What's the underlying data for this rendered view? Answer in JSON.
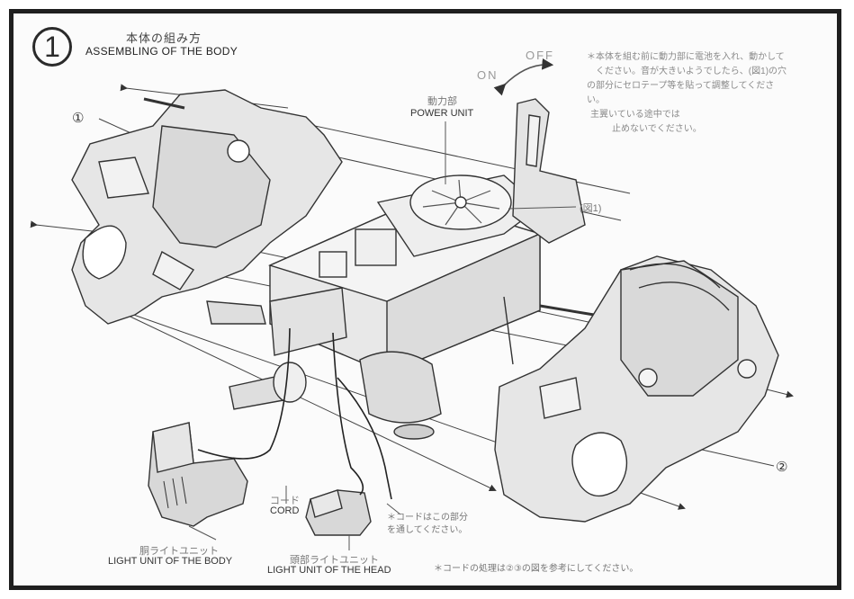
{
  "step": {
    "number": "1",
    "title_jp": "本体の組み方",
    "title_en": "ASSEMBLING OF THE BODY"
  },
  "switch": {
    "on": "ON",
    "off": "OFF"
  },
  "power_unit": {
    "jp": "動力部",
    "en": "POWER UNIT"
  },
  "figure_ref": "(図1)",
  "part_markers": {
    "part1": "①",
    "part2": "②"
  },
  "note_top": {
    "lines": [
      "＊本体を組む前に動力部に電池を入れ、動かして",
      "ください。音が大きいようでしたら、(図1)の穴",
      "の部分にセロテープ等を貼って調整してくださ",
      "い。",
      "主翼いている途中では",
      "止めないでください。"
    ]
  },
  "cord": {
    "jp": "コード",
    "en": "CORD"
  },
  "cord_note": {
    "line1": "＊コードはこの部分",
    "line2": "を通してください。"
  },
  "light_body": {
    "jp": "胴ライトユニット",
    "en": "LIGHT UNIT OF THE BODY"
  },
  "light_head": {
    "jp": "頭部ライトユニット",
    "en": "LIGHT UNIT OF THE HEAD"
  },
  "bottom_note": "＊コードの処理は②③の図を参考にしてください。"
}
